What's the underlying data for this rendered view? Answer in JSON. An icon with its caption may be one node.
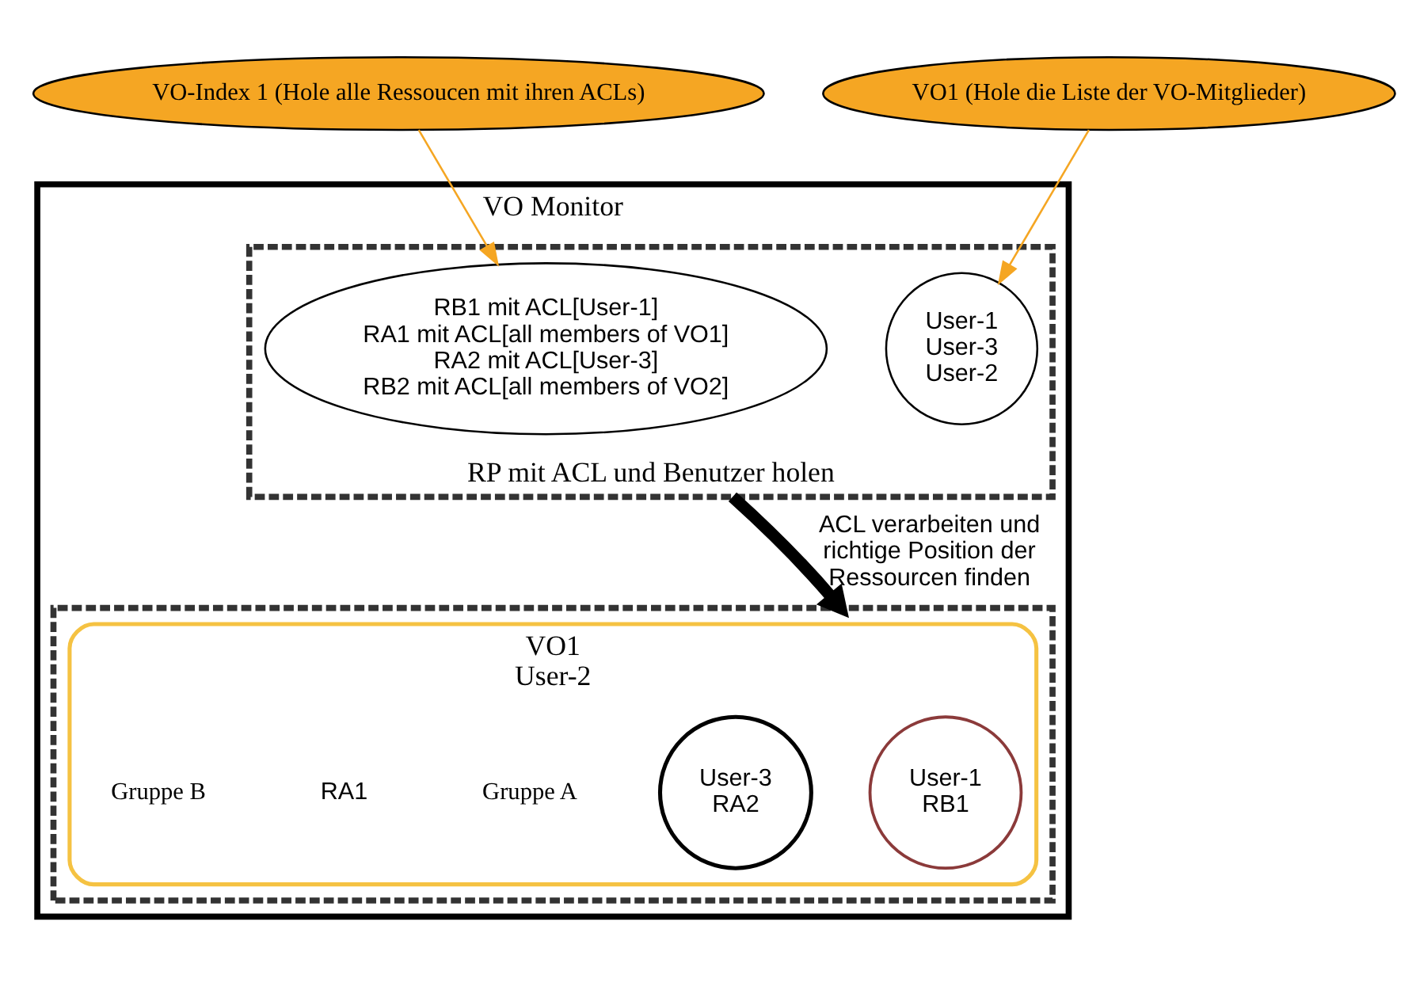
{
  "diagram": {
    "nodes": [
      {
        "text": [
          "VO Monitor"
        ]
      },
      {
        "text": [
          "RP mit ACL und Benutzer holen"
        ],
        "in": 0
      },
      {
        "text": [
          "RB1 mit ACL[User-1]",
          "RA1 mit ACL[all members of VO1]",
          "RA2 mit ACL[User-3]",
          "RB2 mit ACL[all members of VO2]"
        ],
        "in": 1
      },
      {
        "text": [
          "User-1",
          "User-3",
          "User-2"
        ],
        "in": 1
      },
      {
        "text": [],
        "shape": "box",
        "in": 0
      },
      {
        "text": [
          "VO1",
          "User-2"
        ],
        "in": 4
      },
      {
        "text": [
          "User-1",
          "RB1"
        ],
        "in": 5
      },
      {
        "text": [
          "User-3",
          "RA2"
        ],
        "in": 5
      },
      {
        "text": [
          "VO-Index 1 (Hole alle Ressoucen mit ihren ACLs)"
        ]
      },
      {
        "text": [
          "VO1 (Hole die Liste der VO-Mitglieder)"
        ]
      }
    ],
    "edges": [
      {
        "from": 8,
        "to": 2,
        "arrow": "to",
        "color": "#f5a623"
      },
      {
        "from": 9,
        "to": 3,
        "arrow": "to",
        "color": "#f5a623"
      },
      {
        "from": 1,
        "to": 4,
        "arrow": "to",
        "style": "thick",
        "color": "#000000",
        "label": "ACL verarbeiten und richtige Position der Ressourcen finden"
      }
    ],
    "labels": [
      "Gruppe A",
      "RA1",
      "Gruppe B"
    ]
  }
}
